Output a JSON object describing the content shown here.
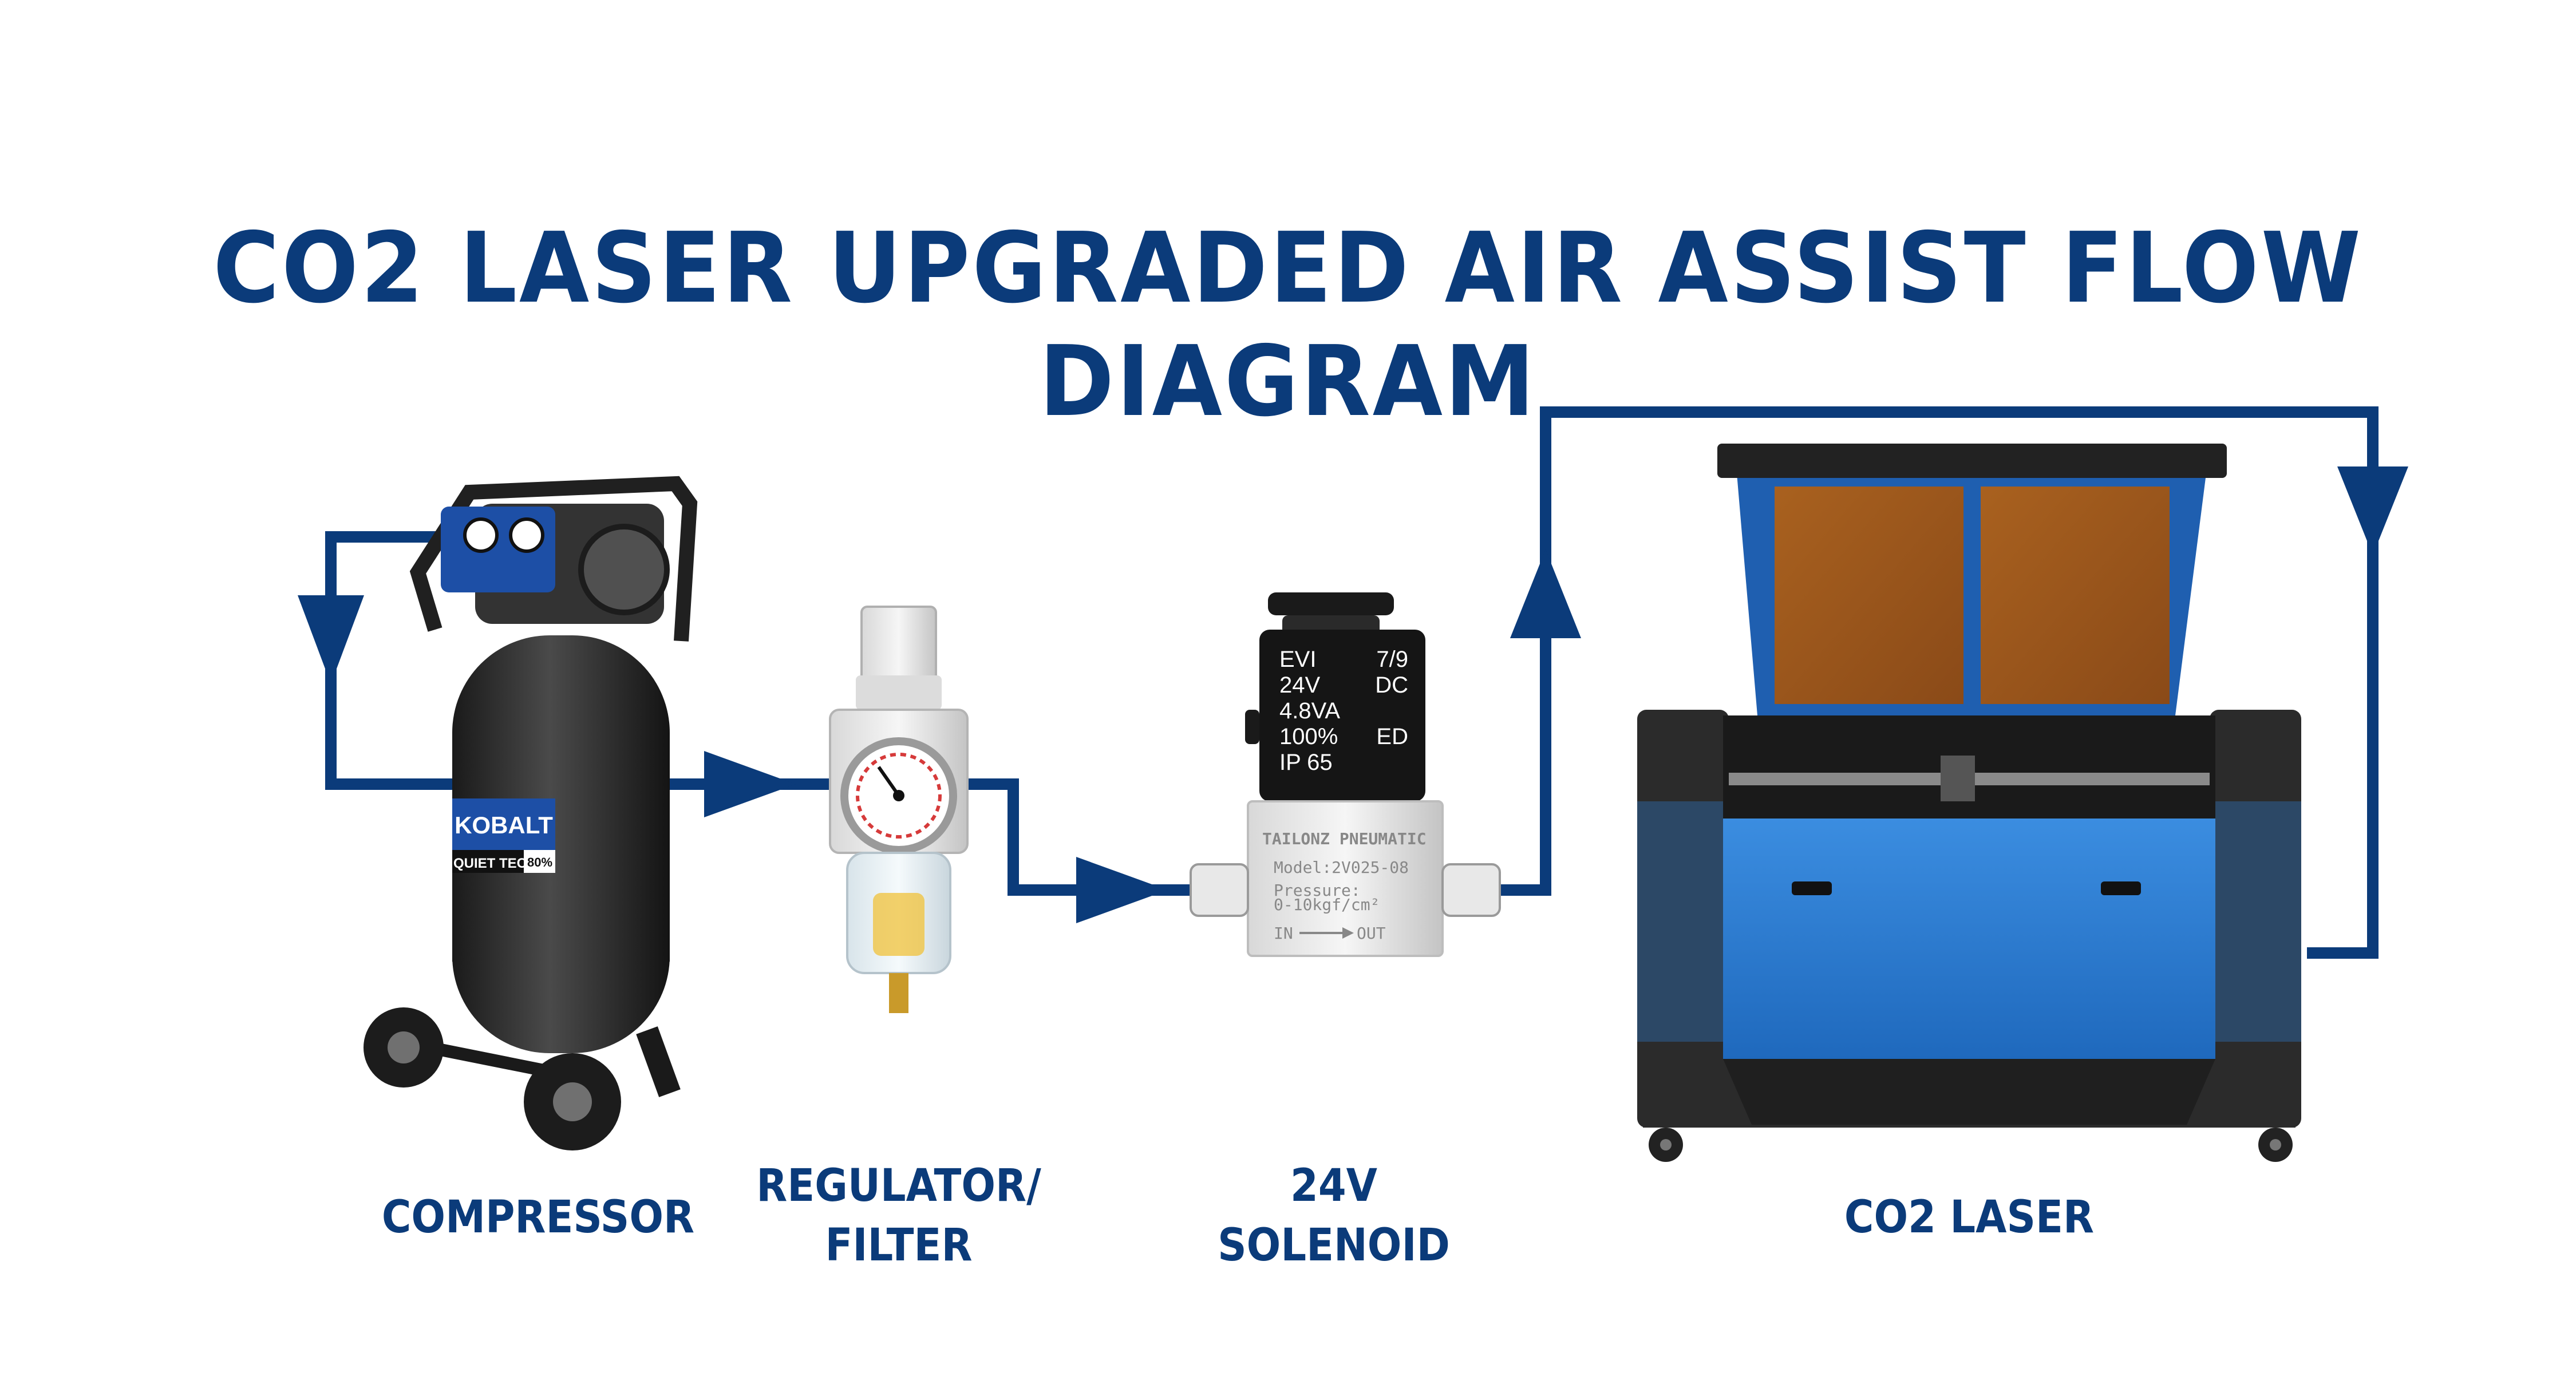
{
  "title": "CO2 LASER UPGRADED AIR ASSIST FLOW DIAGRAM",
  "components": [
    {
      "id": "compressor",
      "label_lines": [
        "COMPRESSOR"
      ]
    },
    {
      "id": "regulator",
      "label_lines": [
        "REGULATOR/",
        "FILTER"
      ]
    },
    {
      "id": "solenoid",
      "label_lines": [
        "24V",
        "SOLENOID"
      ]
    },
    {
      "id": "laser",
      "label_lines": [
        "CO2 LASER"
      ]
    }
  ],
  "compressor_badge": {
    "brand": "KOBALT",
    "model": "QUIET TECH",
    "rating": "80%"
  },
  "solenoid_coil": {
    "rows": [
      {
        "left": "EVI",
        "right": "7/9"
      },
      {
        "left": "24V",
        "right": "DC"
      },
      {
        "left": "4.8VA",
        "right": ""
      },
      {
        "left": "100%",
        "right": "ED"
      },
      {
        "left": "IP 65",
        "right": ""
      }
    ]
  },
  "solenoid_plate": {
    "brand": "TAILONZ PNEUMATIC",
    "model": "Model:2V025-08",
    "pressure": "Pressure:",
    "range": "0-10kgf/cm²",
    "in": "IN",
    "out": "OUT"
  },
  "colors": {
    "flow_line": "#0b3b7a",
    "title": "#0b3b7a",
    "laser_body": "#2f7fd4",
    "laser_frame": "#2b2b2b",
    "laser_lid_glass": "#9b5720",
    "compressor_tank": "#2a2a2a"
  },
  "icons": [
    "flow-arrow",
    "pressure-gauge-icon"
  ]
}
